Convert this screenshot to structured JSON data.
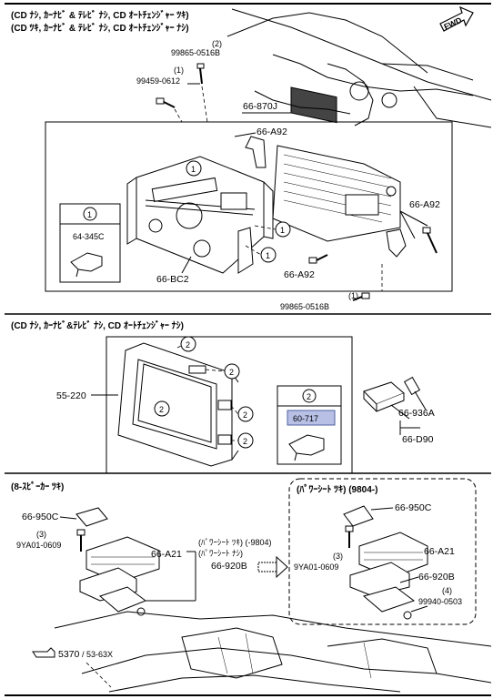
{
  "headers": {
    "top_line1": "(CD ﾅｼ, ｶｰﾅﾋﾞ & ﾃﾚﾋﾞ ﾅｼ, CD ｵｰﾄﾁｪﾝｼﾞｬｰ ﾂｷ)",
    "top_line2": "(CD ﾂｷ, ｶｰﾅﾋﾞ & ﾃﾚﾋﾞ ﾅｼ, CD ｵｰﾄﾁｪﾝｼﾞｬｰ ﾅｼ)",
    "mid": "(CD ﾅｼ, ｶｰﾅﾋﾞ&ﾃﾚﾋﾞ ﾅｼ, CD ｵｰﾄﾁｪﾝｼﾞｬｰ ﾅｼ)",
    "bottom_left": "(8-ｽﾋﾟｰｶｰ ﾂｷ)",
    "bottom_right": "(ﾊﾟﾜｰｼｰﾄ ﾂｷ) (9804-)"
  },
  "fwd": "FWD",
  "labels": {
    "n2_top": "(2)",
    "p99865_top": "99865-0516B",
    "n1_top": "(1)",
    "p99459": "99459-0612",
    "p66870J": "66-870J",
    "pA92_a": "66-A92",
    "pA92_b": "66-A92",
    "pA92_c": "66-A92",
    "p64345C": "64-345C",
    "p66BC2": "66-BC2",
    "n1_bot": "(1)",
    "p99865_bot": "99865-0516B",
    "p55220": "55-220",
    "p60717": "60-717",
    "p66936A": "66-936A",
    "p66D90": "66-D90",
    "p66950C_l": "66-950C",
    "n3_l": "(3)",
    "p9YA01_l": "9YA01-0609",
    "p66A21_l": "66-A21",
    "p66920B_l": "66-920B",
    "note1": "(ﾊﾟﾜｰｼｰﾄ ﾂｷ) (-9804)",
    "note2": "(ﾊﾟﾜｰｼｰﾄ ﾅｼ)",
    "p66950C_r": "66-950C",
    "n3_r": "(3)",
    "p9YA01_r": "9YA01-0609",
    "p66A21_r": "66-A21",
    "p66920B_r": "66-920B",
    "n4": "(4)",
    "p99940": "99940-0503",
    "ref_main": "5370",
    "ref_sub": "/ 53-63X"
  },
  "callouts": {
    "c1_box": "1",
    "c1_a": "1",
    "c1_b": "1",
    "c1_c": "1",
    "c2_box": "2",
    "c2_a": "2",
    "c2_b": "2",
    "c2_c": "2",
    "c2_d": "2",
    "c2_e": "2"
  },
  "colors": {
    "highlight_fill": "#b8c0e6",
    "line": "#000000"
  }
}
